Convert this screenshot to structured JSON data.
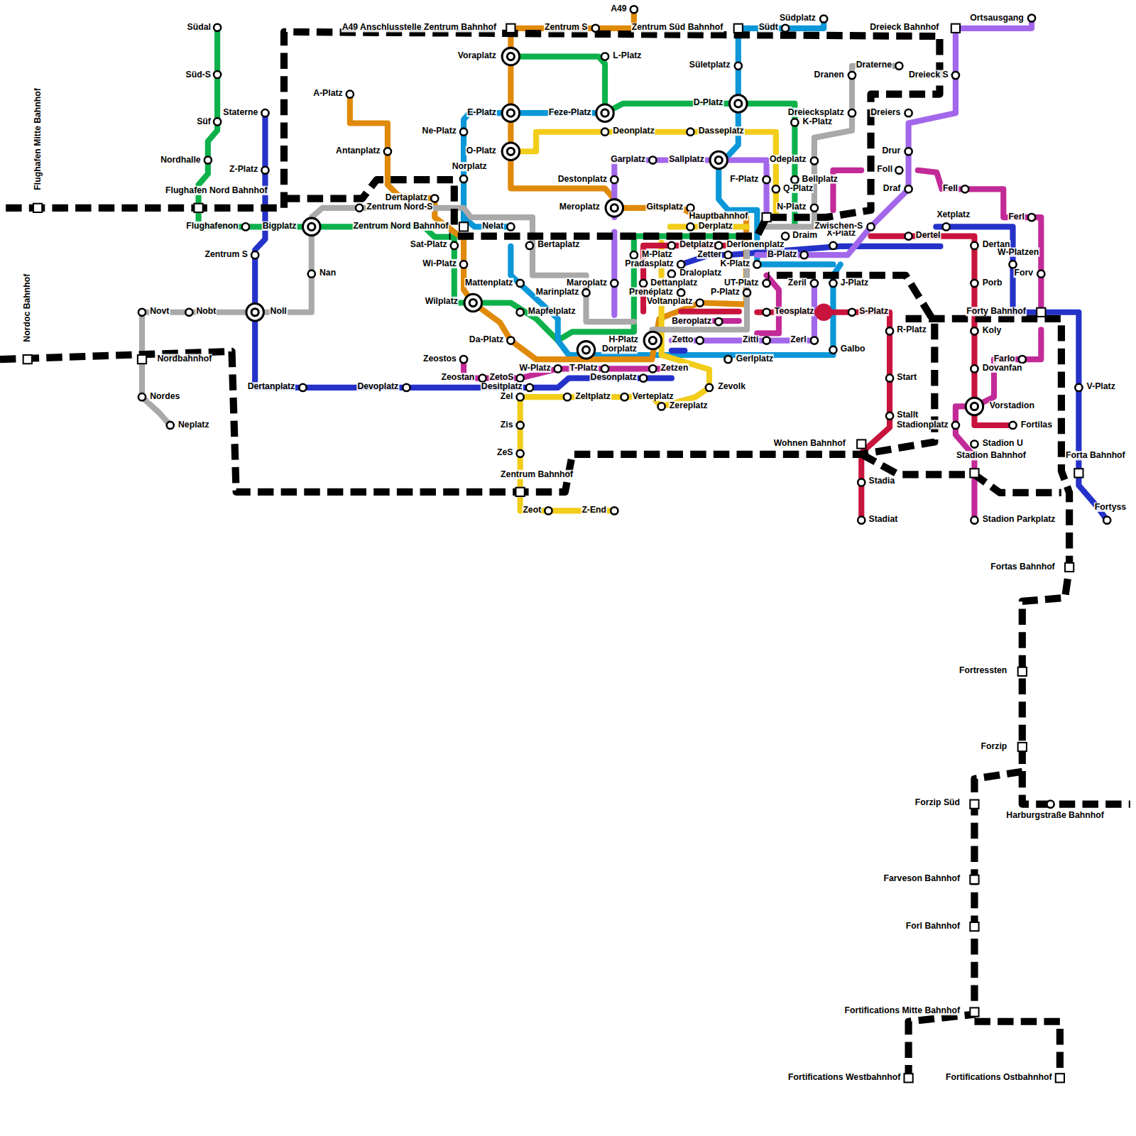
{
  "diagram": {
    "labels": [
      "Südal",
      "Süd-S",
      "Süf",
      "Staterne",
      "Nordhalle",
      "Z-Platz",
      "Flughafen Nord Bahnhof",
      "Flughafen Mitte Bahnhof",
      "Nordoc Bahnhof",
      "Flughafenon",
      "Bigplatz",
      "Zentrum S",
      "Nan",
      "Novt",
      "Nobt",
      "Noll",
      "Nordbahnhof",
      "Nordes",
      "Neplatz",
      "Dertanplatz",
      "Devoplatz",
      "A49 Anschlusstelle Zentrum Bahnhof",
      "A-Platz",
      "Antanplatz",
      "Dertaplatz",
      "Zentrum Nord-S",
      "Ne-Platz",
      "Norplatz",
      "Zentrum Nord Bahnhof",
      "Sat-Platz",
      "Wi-Platz",
      "Wilplatz",
      "Mattenplatz",
      "Mapfelplatz",
      "Da-Platz",
      "Zeostos",
      "Zeostan",
      "ZetoS",
      "W-Platz",
      "Desitplatz",
      "Zel",
      "Zis",
      "ZeS",
      "Zentrum Bahnhof",
      "Zeot",
      "Z-End",
      "Zeltplatz",
      "Verteplatz",
      "Zereplatz",
      "Zevolk",
      "T-Platz",
      "Desonplatz",
      "Zetzen",
      "Dorplatz",
      "H-Platz",
      "Zetto",
      "Gerlplatz",
      "Zitti",
      "Zerl",
      "Galbo",
      "Beroplatz",
      "Voltanplatz",
      "Prenéplatz",
      "Dettanplatz",
      "Draloplatz",
      "Pradasplatz",
      "M-Platz",
      "Detplatz",
      "Derlonenplatz",
      "Zetter",
      "K-Platz",
      "UT-Platz",
      "P-Platz",
      "Teosplatz",
      "Zeril",
      "J-Platz",
      "S-Platz",
      "R-Platz",
      "Start",
      "Stallt",
      "Wohnen Bahnhof",
      "Stadia",
      "Stadiat",
      "Nelat",
      "Bertaplatz",
      "Marinplatz",
      "Maroplatz",
      "Gitsplatz",
      "Hauptbahnhof",
      "Derplatz",
      "Meroplatz",
      "Destonplatz",
      "Garplatz",
      "Sallplatz",
      "F-Platz",
      "Q-Platz",
      "Bellplatz",
      "Odeplatz",
      "N-Platz",
      "Draim",
      "X-Platz",
      "Zwischen-S",
      "B-Platz",
      "Dertel",
      "Xetplatz",
      "Dertan",
      "W-Platzen",
      "Forv",
      "Porb",
      "Forty Bahnhof",
      "Koly",
      "Farlo",
      "Dovanfan",
      "Vorstadion",
      "Fortilas",
      "Stadionplatz",
      "Stadion U",
      "Stadion Bahnhof",
      "Stadion Parkplatz",
      "Forta Bahnhof",
      "V-Platz",
      "Fortyss",
      "Fortas Bahnhof",
      "Fortressten",
      "Forzip",
      "Forzip Süd",
      "Harburgstraße Bahnhof",
      "Farveson Bahnhof",
      "Forl Bahnhof",
      "Fortifications Mitte Bahnhof",
      "Fortifications Westbahnhof",
      "Fortifications Ostbahnhof",
      "Ferl",
      "Fell",
      "Foll",
      "Draf",
      "Drur",
      "Dreiers",
      "Dreieck S",
      "Dreieck Bahnhof",
      "Ortsausgang",
      "Draterne",
      "Dranen",
      "Dreiecksplatz",
      "K-Platz",
      "Südplatz",
      "Südt",
      "Zentrum Süd Bahnhof",
      "Sületplatz",
      "D-Platz",
      "Zentrum S",
      "A49",
      "Voraplatz",
      "L-Platz",
      "E-Platz",
      "Feze-Platz",
      "Deonplatz",
      "Dasseplatz",
      "O-Platz"
    ]
  }
}
